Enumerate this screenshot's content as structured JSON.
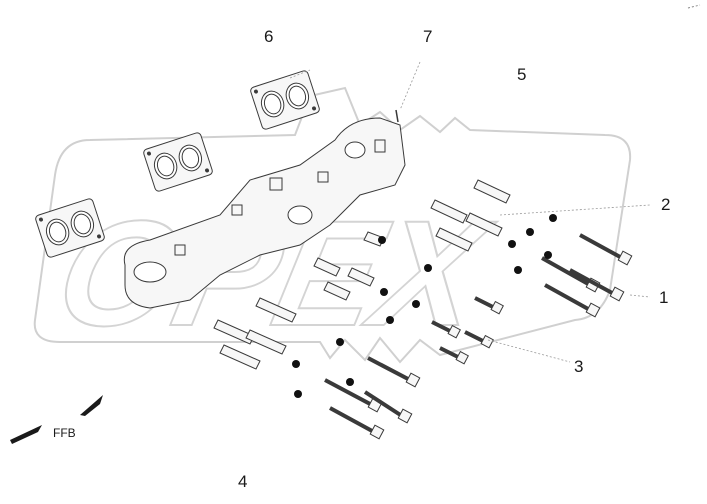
{
  "callouts": [
    {
      "id": "1",
      "text": "1"
    },
    {
      "id": "2",
      "text": "2"
    },
    {
      "id": "3",
      "text": "3"
    },
    {
      "id": "4",
      "text": "4"
    },
    {
      "id": "5",
      "text": "5"
    },
    {
      "id": "6",
      "text": "6"
    },
    {
      "id": "7",
      "text": "7"
    }
  ],
  "direction_label": "FFB",
  "watermark": "OPEX",
  "colors": {
    "line": "#3a3a3a",
    "watermark": "#d4d4d4",
    "washer": "#111111",
    "background": "#ffffff"
  }
}
